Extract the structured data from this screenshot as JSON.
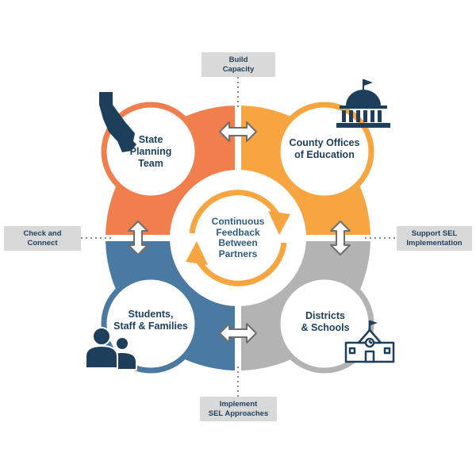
{
  "diagram": {
    "center": {
      "lines": [
        "Continuous",
        "Feedback",
        "Between",
        "Partners"
      ]
    },
    "quadrants": {
      "top_left": {
        "lines": [
          "State",
          "Planning",
          "Team"
        ],
        "color": "#f07f4d",
        "icon": "california-state-icon"
      },
      "top_right": {
        "lines": [
          "County Offices",
          "of Education"
        ],
        "color": "#f6a540",
        "icon": "capitol-building-icon"
      },
      "bottom_left": {
        "lines": [
          "Students,",
          "Staff & Families"
        ],
        "color": "#4a7aa1",
        "icon": "people-icon"
      },
      "bottom_right": {
        "lines": [
          "Districts",
          "& Schools"
        ],
        "color": "#b3b3b3",
        "icon": "school-building-icon"
      }
    },
    "outer_labels": {
      "top": {
        "lines": [
          "Build",
          "Capacity"
        ]
      },
      "left": {
        "lines": [
          "Check and",
          "Connect"
        ]
      },
      "right": {
        "lines": [
          "Support SEL",
          "Implementation"
        ]
      },
      "bottom": {
        "lines": [
          "Implement",
          "SEL Approaches"
        ]
      }
    },
    "colors": {
      "navy": "#1e3f5c",
      "label_box": "#d9d9d9",
      "cycle_arrows": "#f6a540",
      "connector_arrow": "#6e6e6e"
    }
  }
}
